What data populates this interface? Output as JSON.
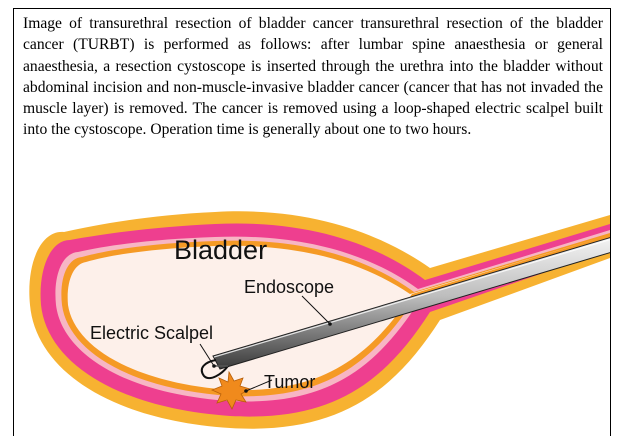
{
  "caption": "Image of transurethral resection of bladder cancer transurethral resection of the bladder cancer (TURBT) is performed as follows: after lumbar spine anaesthesia or general anaesthesia, a resection cystoscope is inserted through the urethra into the bladder without abdominal incision and non-muscle-invasive bladder cancer (cancer that has not invaded the muscle layer) is removed. The cancer is removed using a loop-shaped electric scalpel built into the cystoscope. Operation time is generally about one to two hours.",
  "diagram": {
    "bladder_label": "Bladder",
    "endoscope_label": "Endoscope",
    "scalpel_label": "Electric Scalpel",
    "tumor_label": "Tumor"
  },
  "colors": {
    "outer_wall": "#f7b231",
    "pink_layer": "#ee3f8f",
    "light_pink": "#f7b6c4",
    "inner_orange": "#f59a25",
    "lumen": "#fdf0ea",
    "tumor": "#f08a1c"
  }
}
